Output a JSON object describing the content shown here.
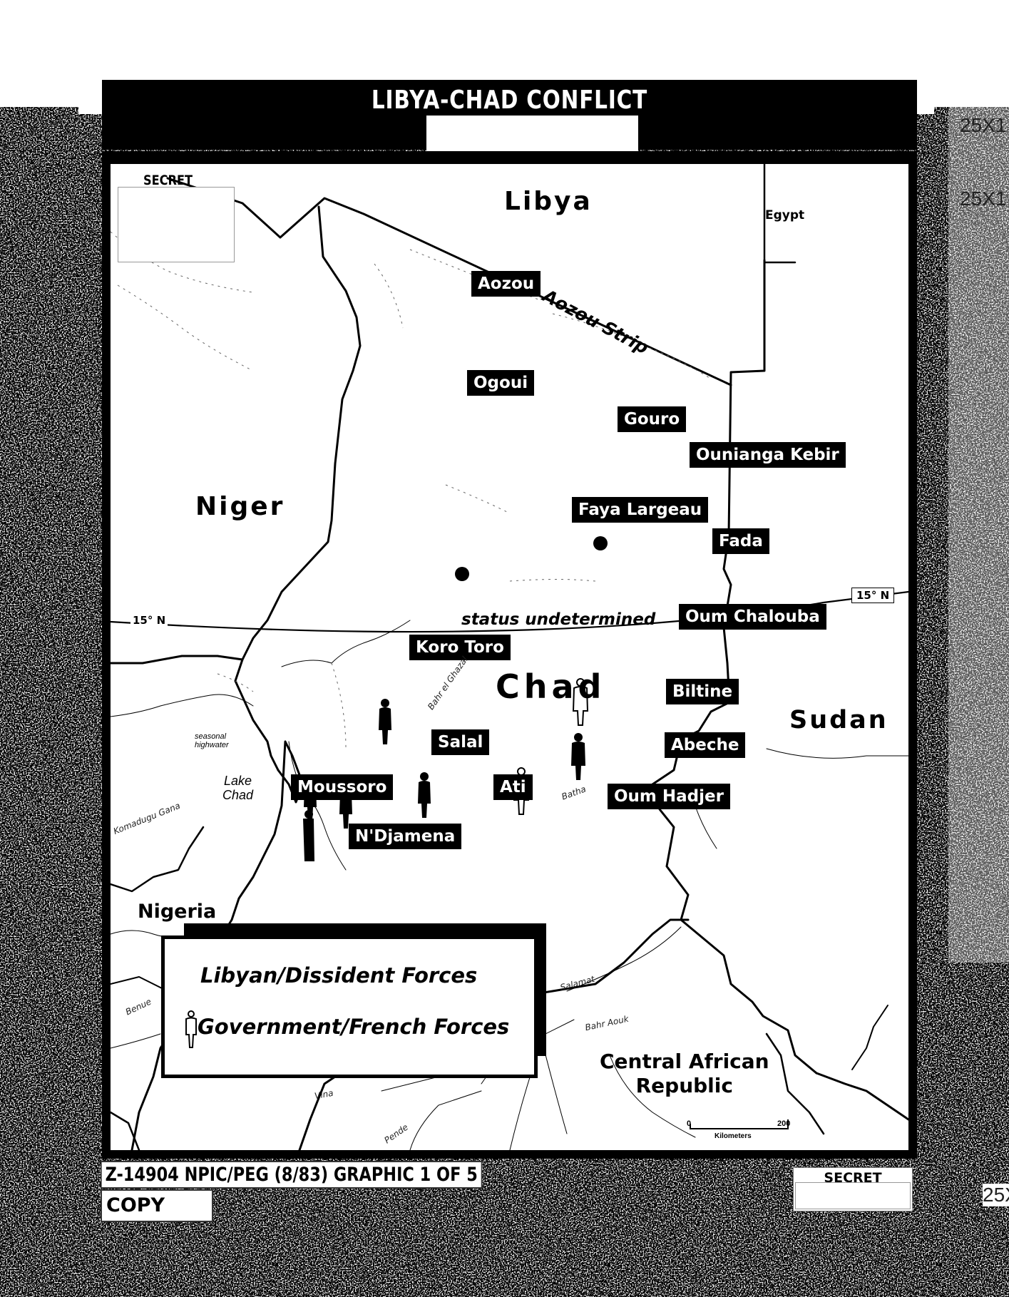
{
  "title": "LIBYA-CHAD CONFLICT",
  "classification": {
    "top": "SECRET",
    "bottom": "SECRET"
  },
  "margin_codes": [
    "25X1",
    "25X1",
    "25X"
  ],
  "countries": {
    "libya": "Libya",
    "egypt": "Egypt",
    "niger": "Niger",
    "chad": "Chad",
    "sudan": "Sudan",
    "nigeria": "Nigeria",
    "car": [
      "Central African",
      "Republic"
    ]
  },
  "region_label": "Aozou Strip",
  "towns": {
    "aozou": "Aozou",
    "ogoui": "Ogoui",
    "gouro": "Gouro",
    "ounianga": "Ounianga Kebir",
    "faya": "Faya Largeau",
    "fada": "Fada",
    "oum_chalouba": "Oum Chalouba",
    "koro_toro": "Koro Toro",
    "biltine": "Biltine",
    "abeche": "Abeche",
    "salal": "Salal",
    "ati": "Ati",
    "oum_hadjer": "Oum Hadjer",
    "moussoro": "Moussoro",
    "ndjamena": "N'Djamena"
  },
  "status_note": "status undetermined",
  "latitude": {
    "left": "15° N",
    "right": "15° N"
  },
  "water": {
    "lake": [
      "Lake",
      "Chad"
    ],
    "seasonal": [
      "seasonal",
      "highwater"
    ]
  },
  "rivers": {
    "bahr_el_ghazal": "Bahr el Ghazal",
    "batha": "Batha",
    "komadugu": "Komadugu Gana",
    "benue": "Benue",
    "salamat": "Salamat",
    "aouk": "Bahr Aouk",
    "vina": "Vina",
    "pende": "Pende"
  },
  "scale": {
    "zero": "0",
    "max": "200",
    "unit": "Kilometers"
  },
  "legend": {
    "libyan": "Libyan/Dissident Forces",
    "government": "Government/French Forces"
  },
  "footer": {
    "code": "Z-14904 NPIC/PEG (8/83) GRAPHIC 1 OF 5",
    "copy": "COPY"
  }
}
